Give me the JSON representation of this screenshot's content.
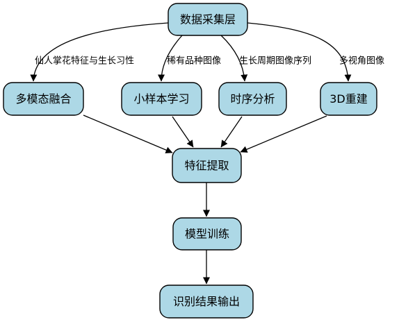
{
  "nodes": {
    "data_collection": "数据采集层",
    "multimodal_fusion": "多模态融合",
    "few_shot_learning": "小样本学习",
    "time_series_analysis": "时序分析",
    "reconstruction_3d": "3D重建",
    "feature_extraction": "特征提取",
    "model_training": "模型训练",
    "result_output": "识别结果输出"
  },
  "edges": {
    "cactus_traits": "仙人掌花特征与生长习性",
    "rare_species_images": "稀有品种图像",
    "growth_cycle_sequence": "生长周期图像序列",
    "multi_view_images": "多视角图像"
  }
}
